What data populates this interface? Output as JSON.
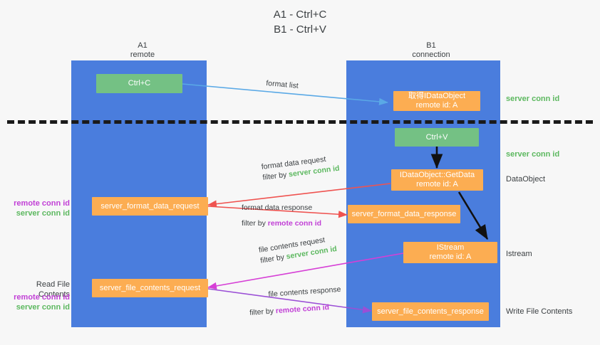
{
  "title": "A1 - Ctrl+C\nB1 - Ctrl+V",
  "lanes": [
    {
      "name": "A1",
      "sub": "remote"
    },
    {
      "name": "B1",
      "sub": "connection"
    }
  ],
  "colors": {
    "lane": "#4a7ddd",
    "green_box": "#74c184",
    "orange_box": "#fcad52",
    "server_conn_text": "#5cb85f",
    "remote_conn_text": "#c13fd6",
    "arrow_blue": "#5aa9e6",
    "arrow_red": "#ef5350",
    "arrow_magenta": "#d63fd6",
    "arrow_purple": "#9b4fd6",
    "arrow_black": "#111111",
    "separator": "#1a1a1a"
  },
  "boxes": {
    "ctrl_c": "Ctrl+C",
    "ctrl_v": "Ctrl+V",
    "idataobject": "取得IDataObject\nremote id: A",
    "getdata": "IDataObject::GetData\nremote id: A",
    "istream": "IStream\nremote id: A",
    "server_format_data_request": "server_format_data_request",
    "server_format_data_response": "server_format_data_response",
    "server_file_contents_request": "server_file_contents_request",
    "server_file_contents_response": "server_file_contents_response"
  },
  "edges": {
    "format_list": "format list",
    "format_data_request": "format data request",
    "format_data_request_filter_prefix": "filter by ",
    "format_data_request_filter_value": "server conn id",
    "format_data_response": "format data response",
    "format_data_response_filter_prefix": "filter by ",
    "format_data_response_filter_value": "remote conn id",
    "file_contents_request": "file contents request",
    "file_contents_request_filter_prefix": "filter by ",
    "file_contents_request_filter_value": "server conn id",
    "file_contents_response": "file contents response",
    "file_contents_response_filter_prefix": "filter by ",
    "file_contents_response_filter_value": "remote conn id"
  },
  "right_labels": {
    "server_conn_id_top": "server conn id",
    "server_conn_id_mid": "server conn id",
    "dataobject": "DataObject",
    "istream": "Istream",
    "write_file_contents": "Write File Contents"
  },
  "left_labels": {
    "remote_conn_id_1": "remote conn id",
    "server_conn_id_1": "server conn id",
    "read_file_contents": "Read File Contents",
    "remote_conn_id_2": "remote conn id",
    "server_conn_id_2": "server conn id"
  }
}
